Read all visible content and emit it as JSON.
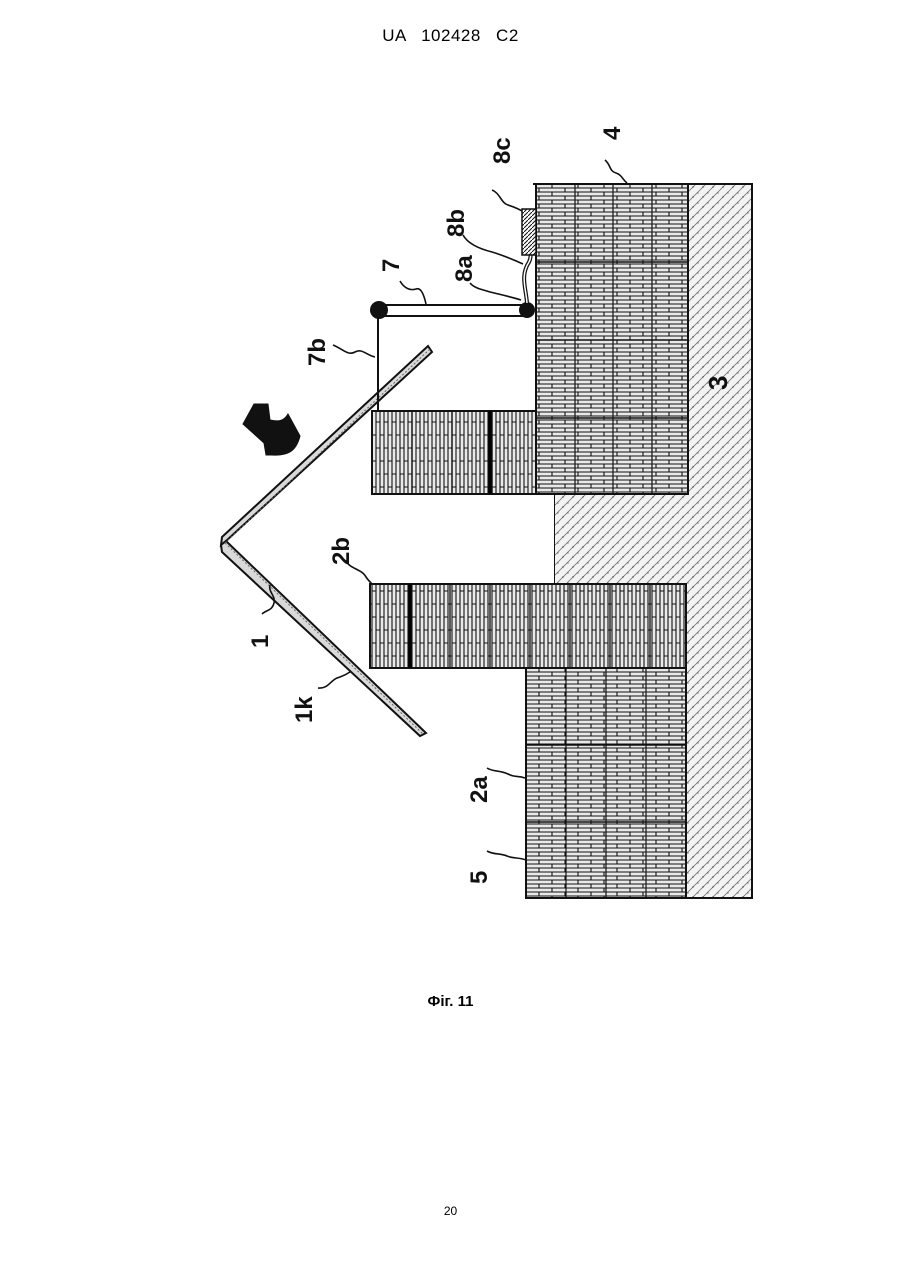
{
  "header": {
    "doc_id": "UA   102428   C2"
  },
  "figure": {
    "labels": {
      "l1": "1",
      "l1k": "1k",
      "l2a": "2a",
      "l2b": "2b",
      "l3": "3",
      "l4": "4",
      "l5": "5",
      "l7": "7",
      "l7b": "7b",
      "l8a": "8a",
      "l8b": "8b",
      "l8c": "8c"
    },
    "caption": "Фіг. 11"
  },
  "footer": {
    "page_number": "20"
  }
}
